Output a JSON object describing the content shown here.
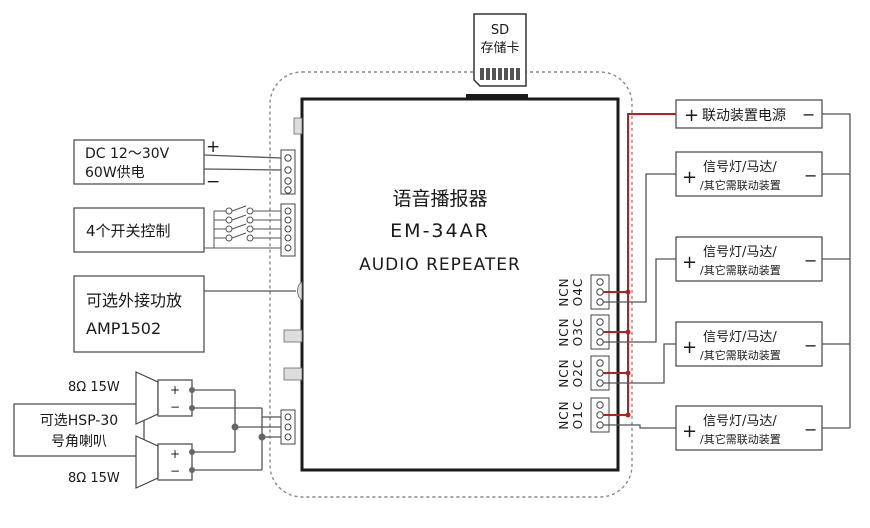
{
  "sd_card": {
    "line1": "SD",
    "line2": "存储卡"
  },
  "device": {
    "title_cn": "语音播报器",
    "model": "EM-34AR",
    "subtitle": "AUDIO REPEATER"
  },
  "left": {
    "power": {
      "line1": "DC 12～30V",
      "line2": "60W供电",
      "plus": "+",
      "minus": "−"
    },
    "switches": "4个开关控制",
    "amp": {
      "line1": "可选外接功放",
      "line2": "AMP1502"
    },
    "speaker": {
      "line1": "可选HSP-30",
      "line2": "号角喇叭",
      "spec_top": "8Ω 15W",
      "spec_bottom": "8Ω 15W",
      "plus": "+",
      "minus": "−"
    }
  },
  "outputs": {
    "ports": [
      {
        "ncn": "NCN",
        "oc": "O4C"
      },
      {
        "ncn": "NCN",
        "oc": "O3C"
      },
      {
        "ncn": "NCN",
        "oc": "O2C"
      },
      {
        "ncn": "NCN",
        "oc": "O1C"
      }
    ],
    "power_box": {
      "plus": "+",
      "label": "联动装置电源",
      "minus": "−"
    },
    "devices": [
      {
        "plus": "+",
        "line1": "信号灯/马达/",
        "line2": "/其它需联动装置",
        "minus": "−"
      },
      {
        "plus": "+",
        "line1": "信号灯/马达/",
        "line2": "/其它需联动装置",
        "minus": "−"
      },
      {
        "plus": "+",
        "line1": "信号灯/马达/",
        "line2": "/其它需联动装置",
        "minus": "−"
      },
      {
        "plus": "+",
        "line1": "信号灯/马达/",
        "line2": "/其它需联动装置",
        "minus": "−"
      }
    ]
  },
  "colors": {
    "line": "#555555",
    "wire_red": "#b22222",
    "outline": "#1a1a1a",
    "dashed": "#888888"
  }
}
